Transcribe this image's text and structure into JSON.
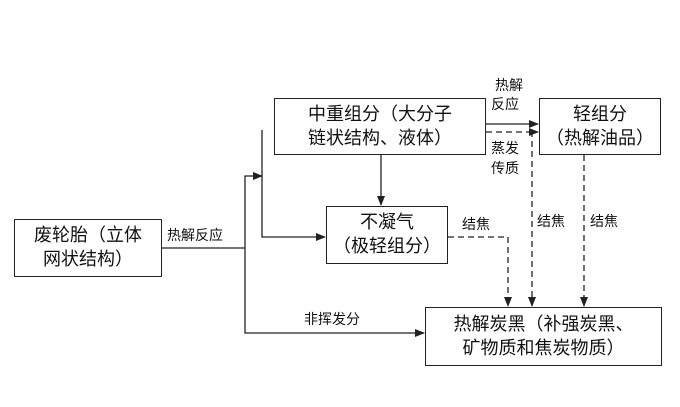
{
  "nodes": {
    "tire": {
      "line1": "废轮胎（立体",
      "line2": "网状结构）"
    },
    "medium": {
      "line1": "中重组分（大分子",
      "line2": "链状结构、液体）"
    },
    "light": {
      "line1": "轻组分",
      "line2": "（热解油品）"
    },
    "noncond": {
      "line1": "不凝气",
      "line2": "（极轻组分）"
    },
    "carbon": {
      "line1": "热解炭黑（补强炭黑、",
      "line2": "矿物质和焦炭物质）"
    }
  },
  "edges": {
    "pyrolysis": "热解反应",
    "nonvolatile": "非挥发分",
    "pyro_top_1": "热解",
    "pyro_top_2": "反应",
    "evap_1": "蒸发",
    "evap_2": "传质",
    "coking_a": "结焦",
    "coking_b": "结焦",
    "coking_c": "结焦"
  }
}
